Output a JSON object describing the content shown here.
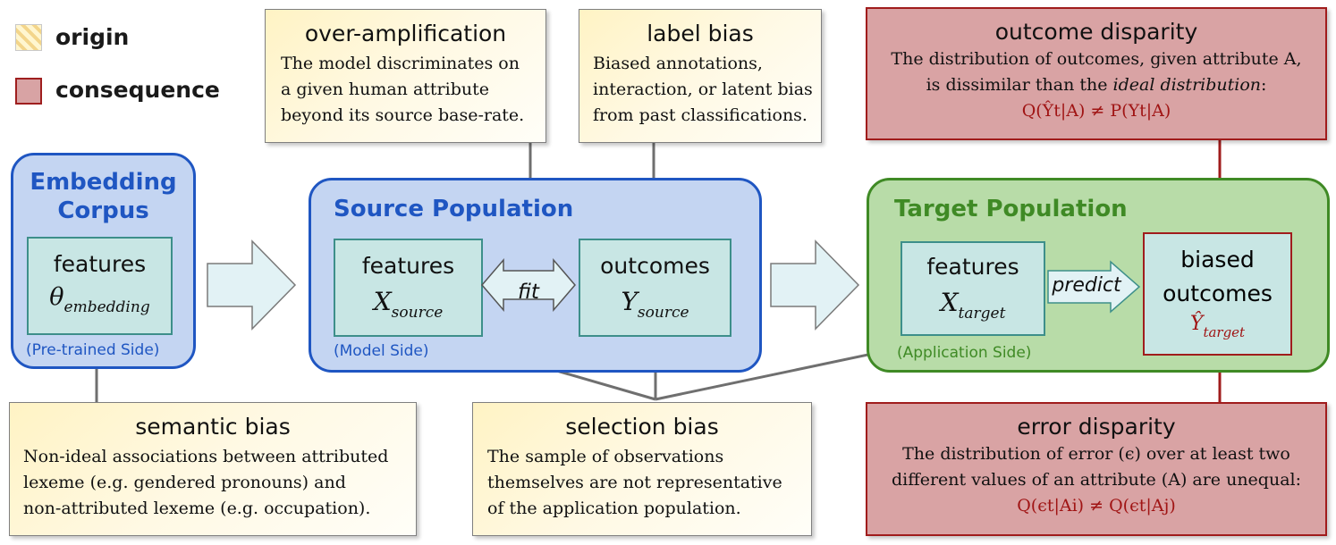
{
  "legend": {
    "origin_label": "origin",
    "consequence_label": "consequence"
  },
  "colors": {
    "origin_fill": "#fff3c4",
    "consequence_fill": "#d9a3a4",
    "consequence_border": "#a01c1c",
    "source_border": "#1f56c2",
    "source_fill": "#c4d5f2",
    "target_border": "#3f8a25",
    "target_fill": "#b8dca8",
    "inner_fill": "#c8e6e4",
    "inner_border": "#3d8f8a",
    "connector": "#6f6f6f"
  },
  "embedding": {
    "title": "Embedding Corpus",
    "features_label": "features",
    "symbol": "θ",
    "subscript": "embedding",
    "side_label": "(Pre-trained Side)"
  },
  "source": {
    "title": "Source Population",
    "features_label": "features",
    "features_symbol": "X",
    "features_sub": "source",
    "fit_label": "fit",
    "outcomes_label": "outcomes",
    "outcomes_symbol": "Y",
    "outcomes_sub": "source",
    "side_label": "(Model Side)"
  },
  "target": {
    "title": "Target Population",
    "features_label": "features",
    "features_symbol": "X",
    "features_sub": "target",
    "predict_label": "predict",
    "biased_label_1": "biased",
    "biased_label_2": "outcomes",
    "biased_symbol": "Ŷ",
    "biased_sub": "target",
    "side_label": "(Application Side)"
  },
  "origins": {
    "over_amplification": {
      "title": "over-amplification",
      "lines": [
        "The model discriminates on",
        "a given human attribute",
        "beyond its source base-rate."
      ]
    },
    "label_bias": {
      "title": "label bias",
      "lines": [
        "Biased annotations,",
        "interaction, or latent bias",
        "from past classifications."
      ]
    },
    "semantic_bias": {
      "title": "semantic bias",
      "lines": [
        "Non-ideal associations between attributed",
        "lexeme (e.g. gendered pronouns) and",
        "non-attributed lexeme (e.g. occupation)."
      ]
    },
    "selection_bias": {
      "title": "selection bias",
      "lines": [
        "The sample of observations",
        "themselves are not representative",
        "of the application population."
      ]
    }
  },
  "consequences": {
    "outcome_disparity": {
      "title": "outcome disparity",
      "line1": "The distribution of outcomes, given attribute A,",
      "line2_pre": "is dissimilar than the ",
      "line2_em": "ideal distribution",
      "line2_post": ":",
      "formula": "Q(Ŷt|A) ≠ P(Yt|A)"
    },
    "error_disparity": {
      "title": "error disparity",
      "line1": "The distribution of error (ϵ) over at least two",
      "line2": "different values of an attribute (A) are unequal:",
      "formula": "Q(ϵt|Ai) ≠ Q(ϵt|Aj)"
    }
  }
}
